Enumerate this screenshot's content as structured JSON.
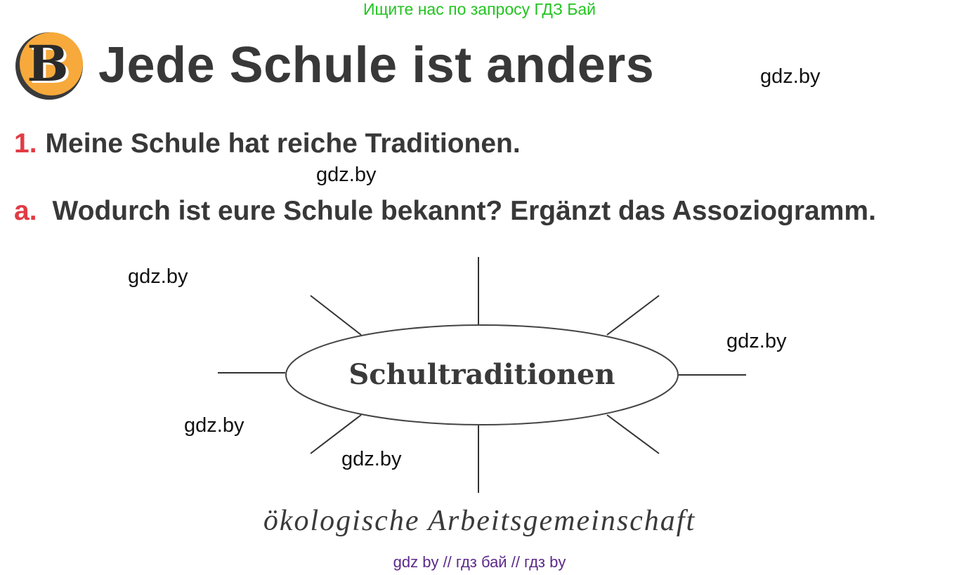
{
  "banner": {
    "text": "Ищите нас по запросу ГДЗ Бай"
  },
  "badge": {
    "letter": "B",
    "color": "#f7a93b"
  },
  "header": {
    "title": "Jede Schule ist anders"
  },
  "task1": {
    "number": "1.",
    "text": "Meine Schule hat reiche Traditionen."
  },
  "task_a": {
    "number": "a.",
    "text": "Wodurch ist eure Schule bekannt? Ergänzt das Assoziogramm."
  },
  "watermarks": [
    "gdz.by",
    "gdz.by",
    "gdz.by",
    "gdz.by",
    "gdz.by",
    "gdz.by"
  ],
  "diagram": {
    "center": "Schultraditionen",
    "example": "ökologische Arbeitsgemeinschaft"
  },
  "footer": {
    "text": "gdz by  //  гдз бай  //  гдз by"
  },
  "colors": {
    "accent_red": "#e23b44",
    "banner_green": "#22c41f",
    "footer_purple": "#5b2a8a"
  }
}
